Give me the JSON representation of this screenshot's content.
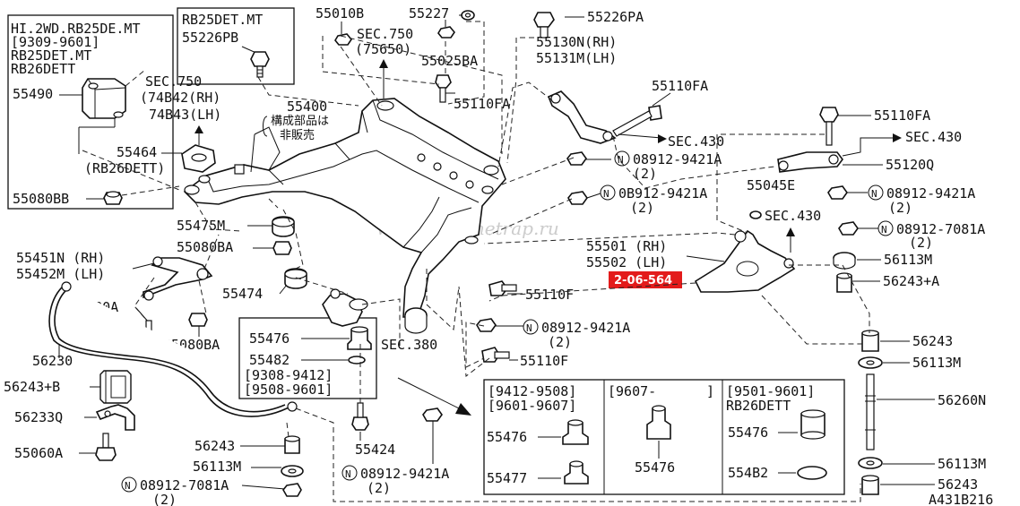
{
  "watermark": "www.partsnetrap.ru",
  "diagram_code": "A431B216",
  "callout": {
    "text": "2-06-564",
    "color": "#e31b1b"
  },
  "notes": {
    "topleft": [
      "HI.2WD.RB25DE.MT",
      "[9309-9601]",
      "RB25DET.MT",
      "RB26DETT"
    ],
    "rb25": "RB25DET.MT",
    "sec750_74842": [
      "SEC.750",
      "(74B42(RH)",
      "74B43(LH)"
    ],
    "jp_note": [
      "構成部品は",
      "非販売"
    ],
    "rb26": "(RB26DETT)",
    "sec750_top": [
      "SEC.750",
      "(75650)"
    ],
    "sec430_a": "SEC.430",
    "sec430_b": "SEC.430",
    "sec430_c": "SEC.430",
    "sec380": "SEC.380",
    "b5476_dates": [
      "[9308-9412]",
      "[9508-9601]"
    ],
    "bottom_box": {
      "col1": [
        "[9412-9508]",
        "[9601-9607]"
      ],
      "col2": [
        "[9607-",
        "]"
      ],
      "col3": [
        "[9501-9601]",
        "RB26DETT"
      ]
    }
  },
  "labels": {
    "p55490": "55490",
    "p55226PB": "55226PB",
    "p55464": "55464",
    "p55080BB": "55080BB",
    "p55010B": "55010B",
    "p55227": "55227",
    "p55025BA": "55025BA",
    "p55400": "55400",
    "p55226PA": "55226PA",
    "p55130N": "55130N(RH)",
    "p55131M": "55131M(LH)",
    "p55110FA_a": "55110FA",
    "p55110FA_b": "55110FA",
    "p55110FA_c": "55110FA",
    "n08912_9421A_a": "08912-9421A",
    "n08912_9421A_a2": "(2)",
    "n08912_9421A_b": "0B912-9421A",
    "n08912_9421A_b2": "(2)",
    "n08912_9421A_c": "08912-9421A",
    "n08912_9421A_c2": "(2)",
    "n08912_9421A_d": "08912-9421A",
    "n08912_9421A_d2": "(2)",
    "n08912_9421A_e": "08912-9421A",
    "n08912_9421A_e2": "(2)",
    "n08912_7081A_a": "08912-7081A",
    "n08912_7081A_a2": "(2)",
    "n08912_7081A_b": "08912-7081A",
    "n08912_7081A_b2": "(2)",
    "p55120Q": "55120Q",
    "p55045E": "55045E",
    "p55475M": "55475M",
    "p55080BA_a": "55080BA",
    "p55080BA_b": "55080BA",
    "p55451N": "55451N (RH)",
    "p55452M": "55452M (LH)",
    "p55474": "55474",
    "p55080A": "55080A",
    "p55501": "55501 (RH)",
    "p55502": "55502 (LH)",
    "p56113M_a": "56113M",
    "p56113M_b": "56113M",
    "p56113M_c": "56113M",
    "p56113M_d": "56113M",
    "p56243A": "56243+A",
    "p56243B": "56243+B",
    "p56243_a": "56243",
    "p56243_b": "56243",
    "p56243_c": "56243",
    "p55110F_a": "55110F",
    "p55110F_b": "55110F",
    "p56230": "56230",
    "p55476_a": "55476",
    "p55482_a": "55482",
    "p56233Q": "56233Q",
    "p55424": "55424",
    "p55060A": "55060A",
    "p56260N": "56260N",
    "p55476_b": "55476",
    "p55476_c": "55476",
    "p55476_d": "55476",
    "p55477": "55477",
    "p55482_b": "554B2"
  }
}
